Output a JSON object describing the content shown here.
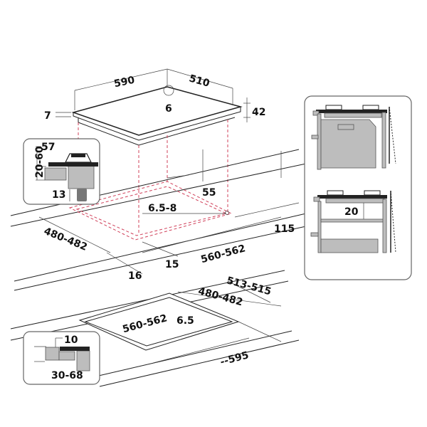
{
  "hob_dimensions": {
    "width": "590",
    "depth": "510",
    "corner_radius": "6",
    "front_thickness": "7",
    "total_height": "42"
  },
  "left_inset": {
    "top_offset": "57",
    "worktop_thickness": "20-60",
    "gas_clearance": "13"
  },
  "cutout": {
    "rear_clearance": "55",
    "corner_radius": "6.5-8",
    "side_clearance": "115",
    "depth": "480-482",
    "front_clearance_a": "16",
    "front_clearance_b": "15",
    "width": "560-562"
  },
  "flush_cutout": {
    "outer_depth": "513-515",
    "inner_depth": "480-482",
    "inner_width": "560-562",
    "corner_radius": "6.5",
    "outer_width": "--595"
  },
  "bottom_inset": {
    "step": "10",
    "worktop_thickness": "30-68"
  },
  "right_inset": {
    "gap": "20"
  }
}
